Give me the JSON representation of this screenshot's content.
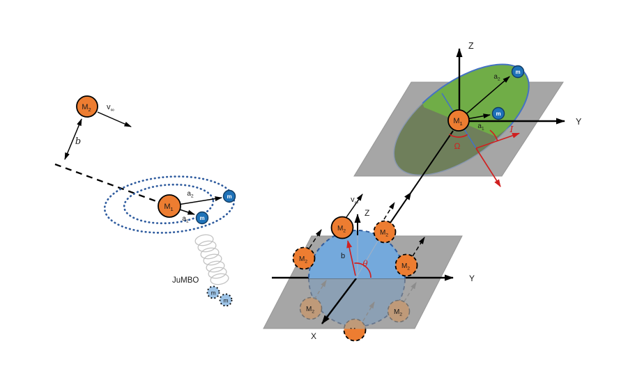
{
  "labels": {
    "M1": {
      "base": "M",
      "sub": "1"
    },
    "M2": {
      "base": "M",
      "sub": "2"
    },
    "m": "m",
    "v_inf": {
      "base": "v",
      "sub": "∞"
    },
    "a1": {
      "base": "a",
      "sub": "1"
    },
    "a2": {
      "base": "a",
      "sub": "2"
    },
    "b": "b",
    "jumbo": "JuMBO",
    "axis_x": "X",
    "axis_y": "Y",
    "axis_z": "Z",
    "omega": "Ω",
    "inclination": "I",
    "theta": "θ"
  },
  "colors": {
    "body_orange": "#ED7D31",
    "body_blue": "#1F72B8",
    "jumbo_blue": "#9DC3E6",
    "orbit_dot_blue": "#2E5B9E",
    "plane_gray": "#A6A6A6",
    "green_orbit": "#70AD47",
    "green_orbit_hidden": "#6F7F5B",
    "ellipse_edge_blue": "#4472C4",
    "disc_blue": "#74A9DC",
    "disc_blue_hidden": "#8CA0B4",
    "faded_orange": "#BF9A79",
    "faded_label": "#9B8470",
    "accent_red": "#D02020",
    "spring_gray": "#C2C2C2",
    "label_black": "#1A1A1A"
  }
}
